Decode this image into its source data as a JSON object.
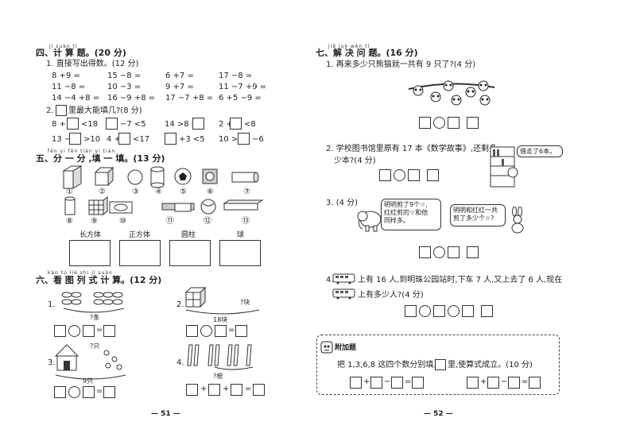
{
  "left_page": {
    "sec4": {
      "pinyin": "jì suàn tí",
      "title": "四、计 算 题。(20 分)",
      "q1": "1. 直接写出得数。(12 分)",
      "rows": [
        [
          "8 +9 =",
          "15 −8 =",
          "6 +7 =",
          "17 −8 ="
        ],
        [
          "11 −8 =",
          "10 −3 =",
          "9 +7 =",
          "11 −7 +9 ="
        ],
        [
          "14 −4 +8 =",
          "16 −9 +8 =",
          "17 −7 +8 =",
          "6 +5 −9 ="
        ]
      ],
      "q2_prefix": "2.",
      "q2_suffix": "里最大能填几?(8 分)",
      "fill_rows": [
        [
          [
            "8 +",
            "<18"
          ],
          [
            "",
            "−7 <5"
          ],
          [
            "14 >8 +",
            ""
          ],
          [
            "2 +",
            "<8"
          ]
        ],
        [
          [
            "13 −",
            ">10"
          ],
          [
            "4 +",
            "<17"
          ],
          [
            "",
            "+3 <5"
          ],
          [
            "10 >",
            "−6"
          ]
        ]
      ]
    },
    "sec5": {
      "pinyin": "fēn yi fēn tián yi tián",
      "title": "五、分 一 分 ,填 一 填。(13 分)",
      "nums_row1": [
        "①",
        "②",
        "③",
        "④",
        "⑤",
        "⑥",
        "⑦"
      ],
      "nums_row2": [
        "⑧",
        "⑨",
        "⑩",
        "⑪",
        "⑫",
        "⑬"
      ],
      "categories": [
        "长方体",
        "正方体",
        "圆柱",
        "球"
      ]
    },
    "sec6": {
      "pinyin": "kàn tú liè shì jì suàn",
      "title": "六、看 图 列 式 计 算。(12 分)",
      "p1_label": "1.",
      "p1_q": "?条",
      "p2_label": "2.",
      "p2_q": "?块",
      "p2_total": "18块",
      "p3_label": "3.",
      "p3_q": "?只",
      "p3_total": "9只",
      "p4_label": "4.",
      "p4_q": "?根",
      "op_plus": "+",
      "op_eq": "="
    },
    "page_no": "— 51 —"
  },
  "right_page": {
    "sec7": {
      "pinyin": "jiě jué wèn tí",
      "title": "七、解 决 问 题。(16 分)",
      "q1": "1. 再来多少只熊猫就一共有 9 只了?(4 分)",
      "q2_line1": "2. 学校图书馆里原有 17 本《数学故事》,还剩多",
      "q2_line2": "少本?(4 分)",
      "q2_bubble": "借走了6本。",
      "q3_label": "3. (4 分)",
      "q3_bubble1": "明明剪了9个☆,\n红红剪的☆和他\n同样多。",
      "q3_bubble2": "明明和红红一共\n剪了多少个☆?",
      "q4_part1": "4.",
      "q4_part2": "上有 16 人,到明珠公园站时,下车 7 人,又上去了 6 人,现在",
      "q4_part3": "上有多少人?(4 分)"
    },
    "bonus": {
      "title": "附加题",
      "text_a": "把 1,3,6,8 这四个数分别填入",
      "text_b": "里,使算式成立。(10 分)",
      "op_plus": "+",
      "op_minus": "−",
      "op_eq": "="
    },
    "page_no": "— 52 —"
  }
}
